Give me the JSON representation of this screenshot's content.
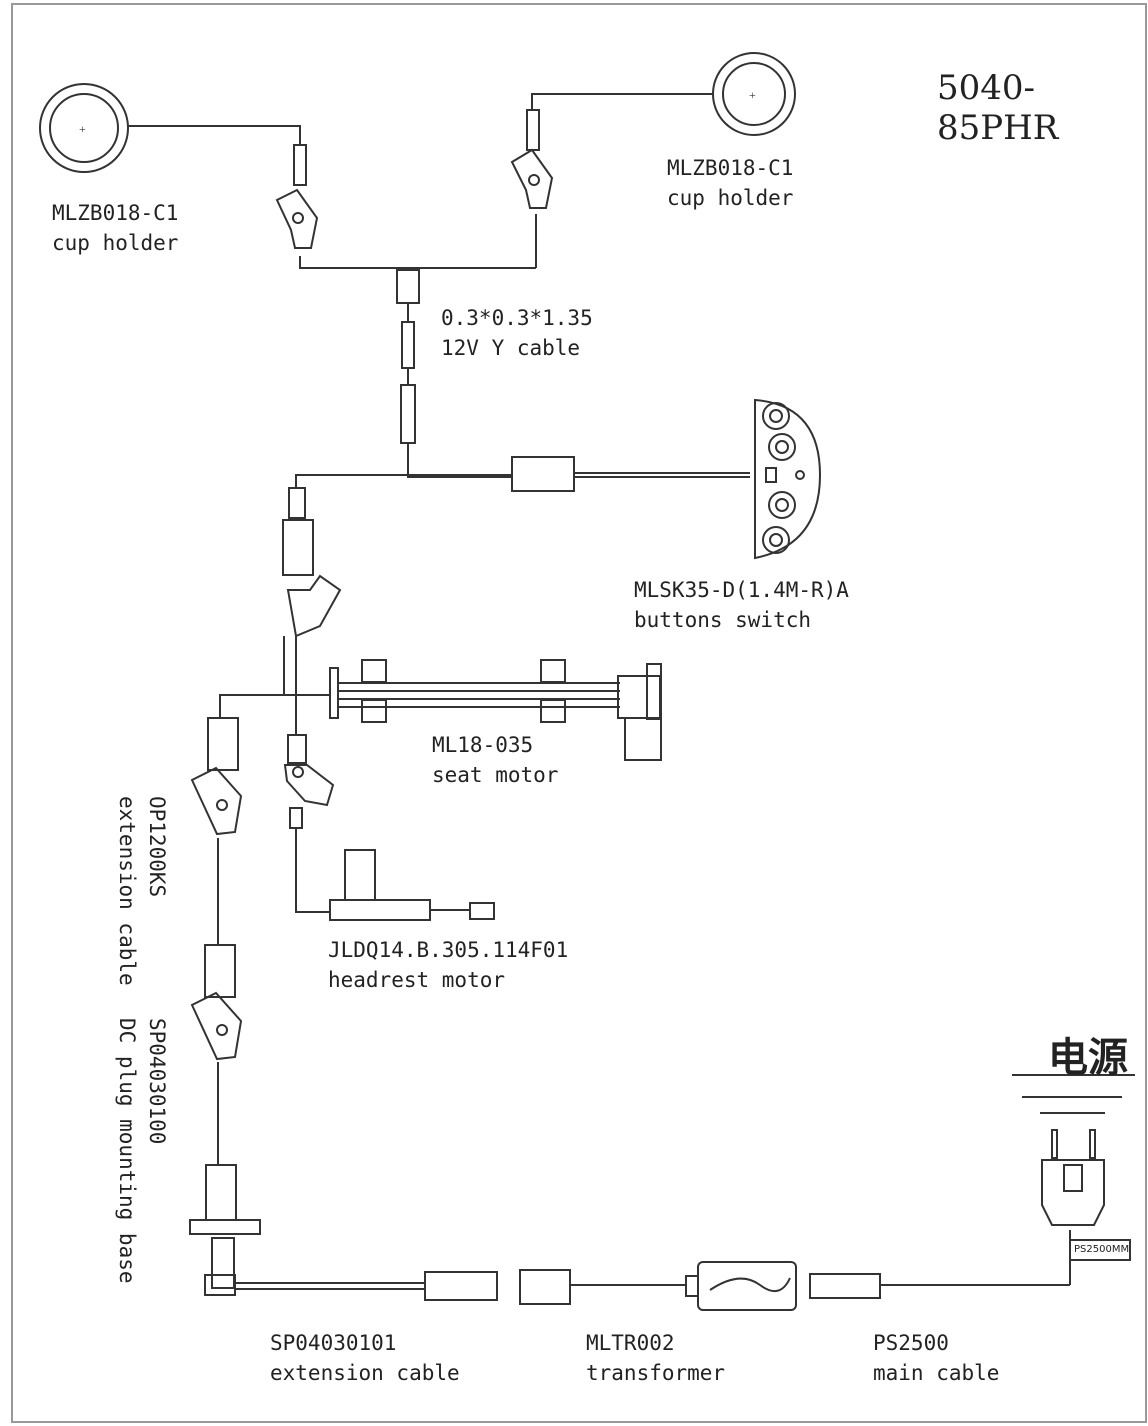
{
  "model": "5040-85PHR",
  "power_label": "电源",
  "components": {
    "cup_holder_left": {
      "code": "MLZB018-C1",
      "name": "cup holder"
    },
    "cup_holder_right": {
      "code": "MLZB018-C1",
      "name": "cup holder"
    },
    "y_cable": {
      "code": "0.3*0.3*1.35",
      "name": "12V Y cable"
    },
    "buttons_switch": {
      "code": "MLSK35-D(1.4M-R)A",
      "name": "buttons switch"
    },
    "seat_motor": {
      "code": "ML18-035",
      "name": "seat motor"
    },
    "extension_cable_vertical": {
      "code": "OP1200KS",
      "name": "extension cable"
    },
    "headrest_motor": {
      "code": "JLDQ14.B.305.114F01",
      "name": "headrest motor"
    },
    "dc_plug_base": {
      "code": "SP04030100",
      "name": "DC plug mounting base"
    },
    "extension_cable_bottom": {
      "code": "SP04030101",
      "name": "extension cable"
    },
    "transformer": {
      "code": "MLTR002",
      "name": "transformer"
    },
    "main_cable": {
      "code": "PS2500",
      "name": "main cable"
    },
    "plug_tag": "PS2500MM"
  }
}
